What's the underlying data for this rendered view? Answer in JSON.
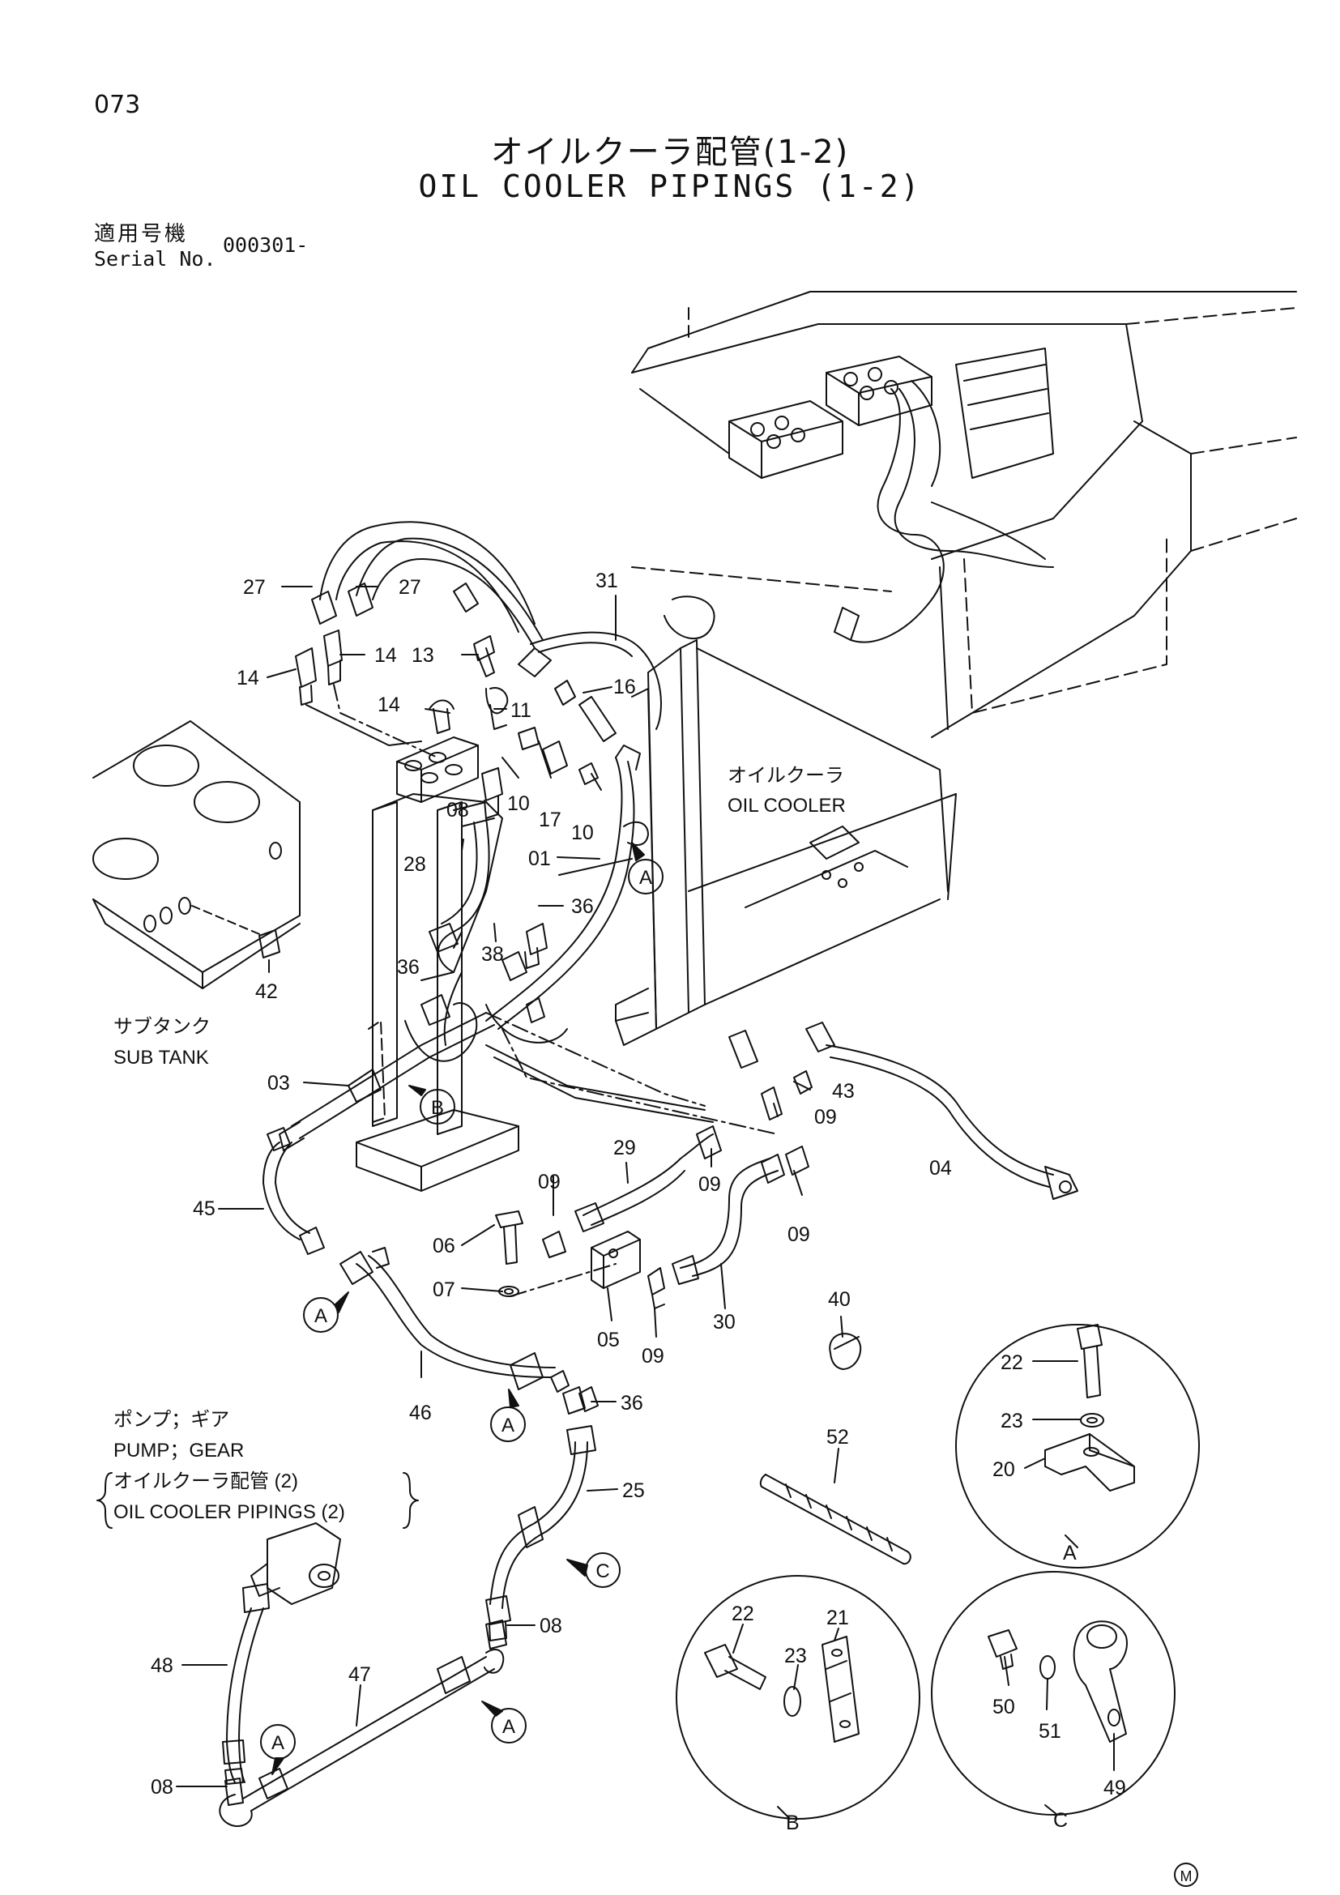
{
  "page_number": "073",
  "title_ja": "オイルクーラ配管(1-2)",
  "title_en": "OIL COOLER PIPINGS (1-2)",
  "serial_label_ja": "適用号機",
  "serial_label_en": "Serial No.",
  "serial_value": "000301-",
  "notes": {
    "oil_cooler_ja": "オイルクーラ",
    "oil_cooler_en": "OIL COOLER",
    "sub_tank_ja": "サブタンク",
    "sub_tank_en": "SUB TANK",
    "pump_gear_ja": "ポンプ；ギア",
    "pump_gear_en": "PUMP；GEAR",
    "ref_ja": "オイルクーラ配管 (2)",
    "ref_en": "OIL COOLER PIPINGS (2)"
  },
  "part_labels": [
    "27",
    "27",
    "31",
    "14",
    "14",
    "13",
    "16",
    "14",
    "11",
    "08",
    "10",
    "17",
    "10",
    "28",
    "01",
    "36",
    "38",
    "36",
    "42",
    "03",
    "29",
    "09",
    "09",
    "09",
    "43",
    "09",
    "04",
    "45",
    "06",
    "07",
    "05",
    "09",
    "30",
    "40",
    "46",
    "36",
    "25",
    "52",
    "22",
    "23",
    "20",
    "08",
    "48",
    "47",
    "08",
    "22",
    "23",
    "21",
    "50",
    "51",
    "49"
  ],
  "detail_letters": [
    "A",
    "B",
    "A",
    "A",
    "A",
    "C",
    "A",
    "A"
  ],
  "detail_captions": [
    "A",
    "B",
    "C"
  ],
  "mark": "M"
}
